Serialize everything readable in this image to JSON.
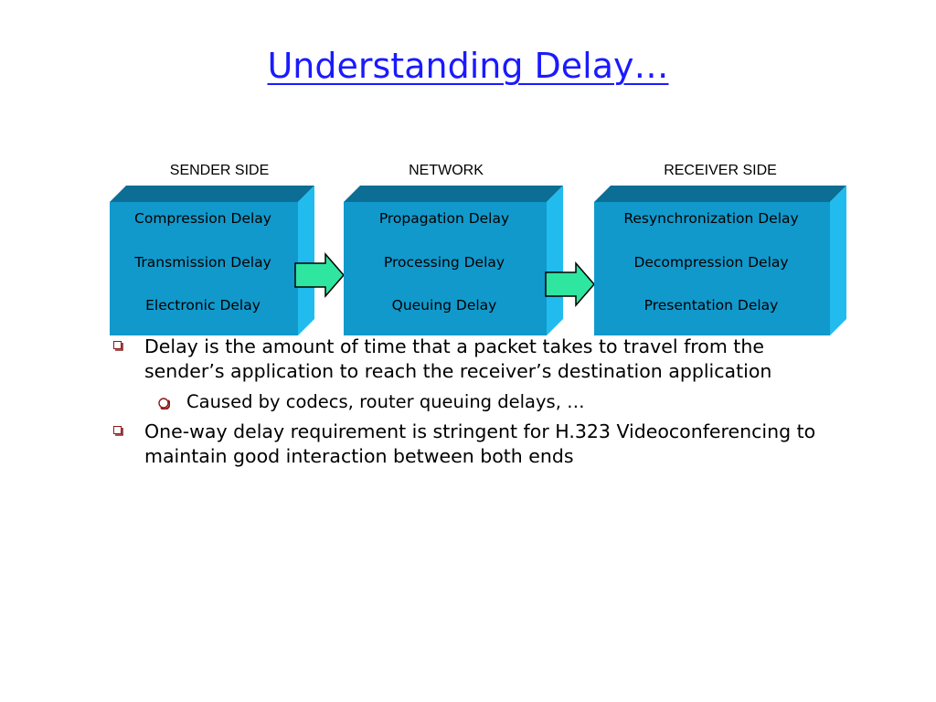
{
  "slide": {
    "title": "Understanding Delay…"
  },
  "diagram": {
    "columns": [
      {
        "header": "SENDER SIDE",
        "items": [
          "Compression Delay",
          "Transmission Delay",
          "Electronic Delay"
        ]
      },
      {
        "header": "NETWORK",
        "items": [
          "Propagation Delay",
          "Processing Delay",
          "Queuing Delay"
        ]
      },
      {
        "header": "RECEIVER SIDE",
        "items": [
          "Resynchronization Delay",
          "Decompression Delay",
          "Presentation Delay"
        ]
      }
    ],
    "colors": {
      "box_front": "#1199cc",
      "box_top": "#0c6e94",
      "box_side": "#22bbee",
      "arrow_fill": "#2ee6a0",
      "arrow_stroke": "#000000"
    }
  },
  "bullets": [
    {
      "text": "Delay is the amount of time that a packet takes to travel from the sender’s application to reach the receiver’s destination application"
    },
    {
      "text": "Caused by codecs, router queuing delays, …",
      "level": 2
    },
    {
      "text": "One-way delay requirement is stringent for H.323 Videoconferencing to maintain good interaction between both ends"
    }
  ]
}
